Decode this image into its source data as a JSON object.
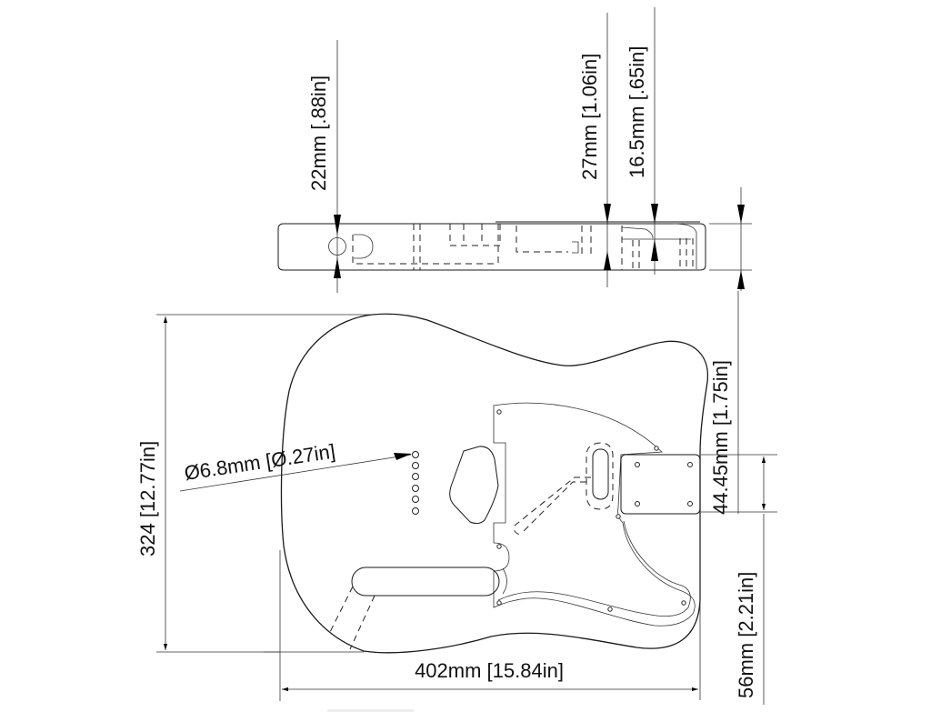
{
  "drawing": {
    "subject": "Telecaster-style guitar body",
    "views": [
      "side-view",
      "top-view"
    ],
    "line_color": "#1a1a1a",
    "background": "#ffffff"
  },
  "dimensions": {
    "top_jack_bore": "22mm [.88in]",
    "body_thickness": "27mm [1.06in]",
    "neck_pocket_depth": "16.5mm [.65in]",
    "body_height": "324 [12.77in]",
    "bridge_hole_diameter": "Ø6.8mm [Ø.27in]",
    "neck_pocket_width": "44.45mm [1.75in]",
    "neck_pocket_length": "56mm [2.21in]",
    "body_length": "402mm [15.84in]"
  }
}
